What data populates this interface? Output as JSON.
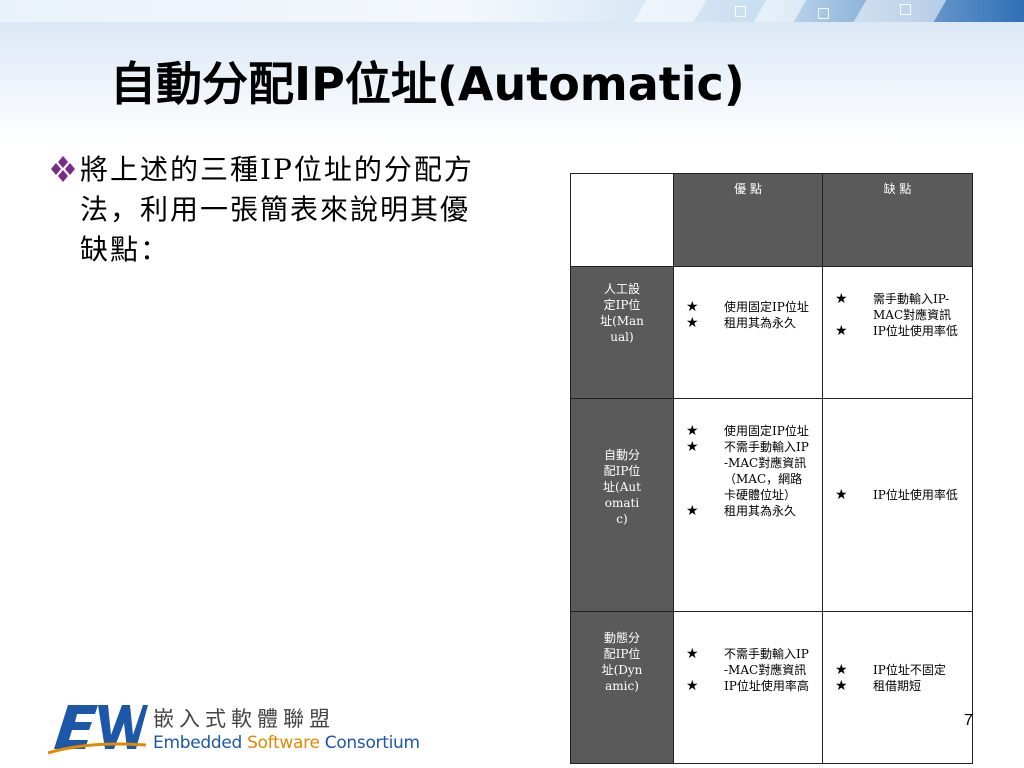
{
  "slide": {
    "title": "自動分配IP位址(Automatic)",
    "bullet": "將上述的三種IP位址的分配方法，利用一張簡表來說明其優缺點：",
    "page_number": "7"
  },
  "table": {
    "header": {
      "blank": "",
      "pros": "優  點",
      "cons": "缺  點"
    },
    "rows": [
      {
        "label": "人工設定IP位址(Manual)",
        "pros": [
          "使用固定IP位址",
          "租用其為永久"
        ],
        "cons": [
          "需手動輸入IP-MAC對應資訊",
          "IP位址使用率低"
        ]
      },
      {
        "label": "自動分配IP位址(Automatic)",
        "pros": [
          "使用固定IP位址",
          "不需手動輸入IP-MAC對應資訊（MAC，網路卡硬體位址）",
          "租用其為永久"
        ],
        "cons": [
          "IP位址使用率低"
        ]
      },
      {
        "label": "動態分配IP位址(Dynamic)",
        "pros": [
          "不需手動輸入IP-MAC對應資訊",
          "IP位址使用率高"
        ],
        "cons": [
          "IP位址不固定",
          "租借期短"
        ]
      }
    ]
  },
  "logo": {
    "chinese": "嵌入式軟體聯盟",
    "english_1": "Embedded ",
    "english_2": "Software",
    "english_3": " Consortium"
  },
  "colors": {
    "header_bg": "#5a5a5a",
    "brand_blue": "#1d57a8",
    "brand_orange": "#e08a00",
    "bullet_purple": "#7b2a8c"
  },
  "icons": {
    "bullet": "diamond-cluster-icon",
    "star": "★"
  }
}
